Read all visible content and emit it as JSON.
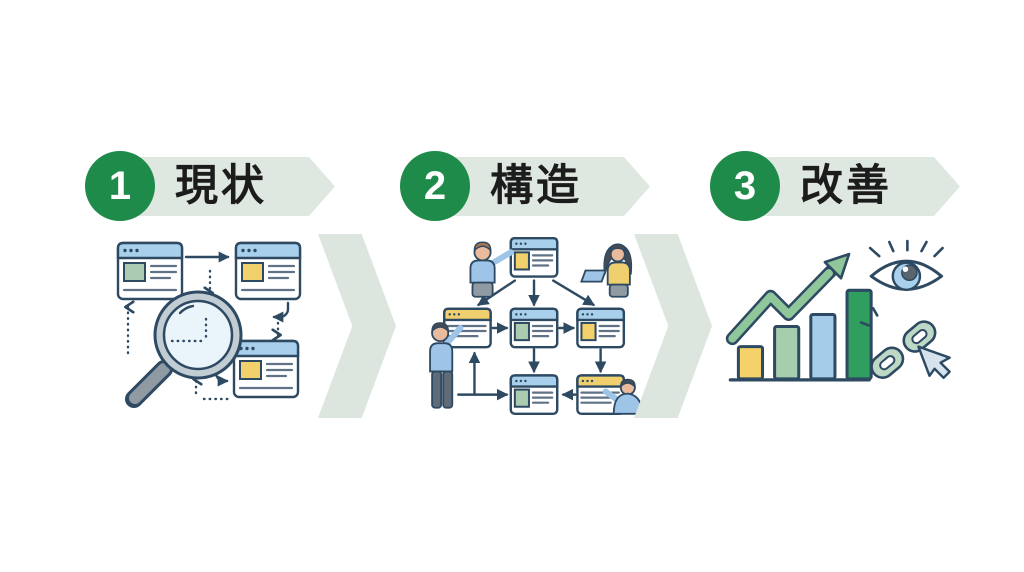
{
  "page": {
    "background": "#ffffff"
  },
  "colors": {
    "page_bg": "#ffffff",
    "step_circle_green": "#1e8b4b",
    "banner_sage": "#dfe8e0",
    "chevron_sage": "#dde6de",
    "text_black": "#1c1c1c",
    "outline_navy": "#2e4a62",
    "window_bar_blue": "#a8d0ec",
    "window_bar_yellow": "#f0cf6e",
    "content_green": "#abccb1",
    "content_yellow": "#f2d06b",
    "line_gray": "#5f7286",
    "lens_blue": "#eaf4fb",
    "rim_gray": "#c2ccd3",
    "handle_gray": "#8f9aa3",
    "skin": "#e9bb9c",
    "hair_brown": "#a9764f",
    "hair_dark": "#4a4a52",
    "shirt_blue": "#9ec4e8",
    "shirt_yellow": "#f0cf6e",
    "laptop_blue": "#9ec4e8",
    "pants_gray": "#8f9aa3",
    "pants_dark": "#5f6b77",
    "bar_yellow": "#f5d169",
    "bar_light_green": "#a6cdad",
    "bar_light_blue": "#a5cce8",
    "bar_dark_green": "#2f9e5f",
    "arrow_green": "#8fc79a",
    "eye_iris_blue": "#a9d0ec",
    "eye_pupil_gray": "#5a6570",
    "chain_green": "#bdd9c5",
    "cursor_gray": "#d7e3ec"
  },
  "steps": [
    {
      "number": "1",
      "label": "現状",
      "illustration": "search-analysis"
    },
    {
      "number": "2",
      "label": "構造",
      "illustration": "structure-flowchart"
    },
    {
      "number": "3",
      "label": "改善",
      "illustration": "growth-monitoring"
    }
  ],
  "separators": [
    {
      "icon": "chevron-right"
    },
    {
      "icon": "chevron-right"
    }
  ],
  "illustrations": [
    {
      "name": "search-analysis",
      "icons": [
        "browser-window",
        "magnifying-glass",
        "flow-arrows"
      ]
    },
    {
      "name": "structure-flowchart",
      "icons": [
        "browser-window",
        "flowchart-arrows",
        "person-pointing",
        "woman-with-laptop",
        "man-standing-pointing",
        "person-crouching"
      ]
    },
    {
      "name": "growth-monitoring",
      "icons": [
        "bar-chart",
        "trend-arrow",
        "eye",
        "chain-link",
        "mouse-cursor"
      ]
    }
  ]
}
